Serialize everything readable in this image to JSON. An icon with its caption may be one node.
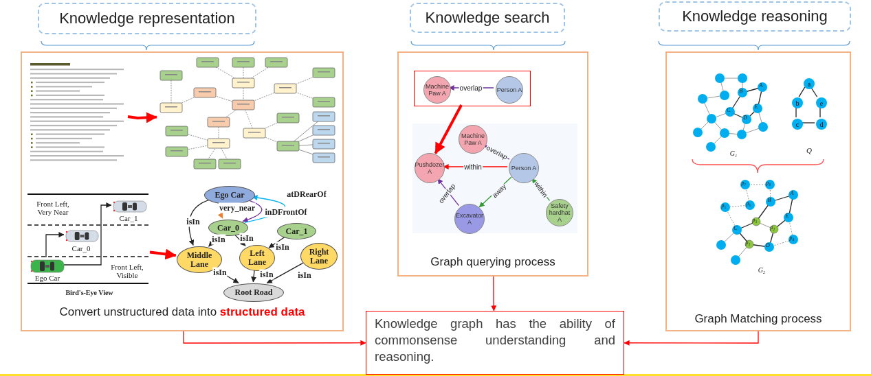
{
  "diagram": {
    "nodes": [
      {
        "text": [
          "Knowledge representation"
        ]
      },
      {
        "text": [
          "Knowledge search"
        ]
      },
      {
        "text": [
          "Knowledge reasoning"
        ]
      },
      {
        "text": [
          "Convert unstructured data into **structured data**"
        ]
      },
      {
        "text": [],
        "shape": "picture",
        "in": 3
      },
      {
        "text": [],
        "shape": "picture",
        "in": 3
      },
      {
        "text": [
          "Bird's-Eye View"
        ],
        "in": 3
      },
      {
        "text": [],
        "shape": "picture",
        "in": 6,
        "beside": [
          "Ego Car"
        ]
      },
      {
        "text": [],
        "shape": "picture",
        "in": 6,
        "beside": [
          "Car_0"
        ]
      },
      {
        "text": [],
        "shape": "picture",
        "in": 6,
        "beside": [
          "Car_1"
        ]
      },
      {
        "text": [
          "Ego Car"
        ],
        "in": 3
      },
      {
        "text": [
          "Car_0"
        ],
        "in": 3
      },
      {
        "text": [
          "Car_1"
        ],
        "in": 3
      },
      {
        "text": [
          "Middle Lane"
        ],
        "in": 3
      },
      {
        "text": [
          "Left Lane"
        ],
        "in": 3
      },
      {
        "text": [
          "Right Lane"
        ],
        "in": 3
      },
      {
        "text": [
          "Root Road"
        ],
        "in": 3
      },
      {
        "text": [
          "Graph querying process"
        ]
      },
      {
        "text": [],
        "shape": "box",
        "in": 17
      },
      {
        "text": [
          "Machine Paw A"
        ],
        "in": 18
      },
      {
        "text": [
          "Person A"
        ],
        "in": 18
      },
      {
        "text": [
          "Machine Paw A"
        ],
        "in": 17
      },
      {
        "text": [
          "Pushdozer A"
        ],
        "in": 17
      },
      {
        "text": [
          "Person A"
        ],
        "in": 17
      },
      {
        "text": [
          "Excavator A"
        ],
        "in": 17
      },
      {
        "text": [
          "Safety hardhat A"
        ],
        "in": 17
      },
      {
        "text": [
          "Graph Matching process"
        ]
      },
      {
        "text": [],
        "shape": "picture",
        "in": 26,
        "beside": [
          "G₁"
        ]
      },
      {
        "text": [
          "Q"
        ],
        "in": 26
      },
      {
        "text": [
          "a"
        ],
        "in": 28
      },
      {
        "text": [
          "b"
        ],
        "in": 28
      },
      {
        "text": [
          "e"
        ],
        "in": 28
      },
      {
        "text": [
          "c"
        ],
        "in": 28
      },
      {
        "text": [
          "d"
        ],
        "in": 28
      },
      {
        "text": [],
        "shape": "picture",
        "in": 26,
        "beside": [
          "G₂"
        ]
      },
      {
        "text": [
          "Knowledge graph has the ability of commonsense understanding and reasoning."
        ]
      }
    ],
    "edges": [
      {
        "from": 4,
        "to": 5,
        "arrow": "to",
        "style": "thick",
        "color": "#ff0000"
      },
      {
        "from": 7,
        "to": 8,
        "arrow": "to"
      },
      {
        "from": 7,
        "to": 9,
        "arrow": "to"
      },
      {
        "from": 6,
        "to": 13,
        "arrow": "to",
        "style": "thick",
        "color": "#ff0000"
      },
      {
        "from": 10,
        "to": 11,
        "arrow": "both",
        "label": "very_near",
        "color": "#ed7d31"
      },
      {
        "from": 10,
        "to": 11,
        "arrow": "to",
        "label": "inDFrontOf",
        "color": "#7030a0"
      },
      {
        "from": 11,
        "to": 10,
        "arrow": "to",
        "label": "atDRearOf",
        "color": "#00b0f0"
      },
      {
        "from": 10,
        "to": 13,
        "arrow": "to",
        "label": "isIn"
      },
      {
        "from": 11,
        "to": 13,
        "arrow": "to",
        "label": "isIn"
      },
      {
        "from": 11,
        "to": 14,
        "arrow": "to",
        "label": "isIn"
      },
      {
        "from": 12,
        "to": 14,
        "arrow": "to",
        "label": "isIn"
      },
      {
        "from": 13,
        "to": 16,
        "arrow": "to",
        "label": "isIn"
      },
      {
        "from": 14,
        "to": 16,
        "arrow": "to",
        "label": "isIn"
      },
      {
        "from": 15,
        "to": 16,
        "arrow": "to",
        "label": "isIn"
      },
      {
        "from": 20,
        "to": 19,
        "arrow": "to",
        "label": "overlap",
        "color": "#7030a0"
      },
      {
        "from": 18,
        "to": 22,
        "arrow": "to",
        "style": "thick",
        "color": "#ff0000"
      },
      {
        "from": 23,
        "to": 21,
        "arrow": "to",
        "label": "overlap",
        "color": "#7030a0"
      },
      {
        "from": 23,
        "to": 22,
        "arrow": "to",
        "label": "within",
        "color": "#ff0000"
      },
      {
        "from": 24,
        "to": 22,
        "arrow": "to",
        "label": "overlap",
        "color": "#7030a0"
      },
      {
        "from": 23,
        "to": 24,
        "arrow": "to",
        "label": "away",
        "color": "#339933"
      },
      {
        "from": 25,
        "to": 23,
        "arrow": "to",
        "label": "within",
        "color": "#339933"
      },
      {
        "from": 29,
        "to": 30,
        "arrow": "none"
      },
      {
        "from": 29,
        "to": 31,
        "arrow": "none"
      },
      {
        "from": 30,
        "to": 32,
        "arrow": "none"
      },
      {
        "from": 31,
        "to": 33,
        "arrow": "none"
      },
      {
        "from": 32,
        "to": 33,
        "arrow": "none"
      },
      {
        "from": 3,
        "to": 35,
        "arrow": "to",
        "color": "#ff0000"
      },
      {
        "from": 17,
        "to": 35,
        "arrow": "to",
        "color": "#ff0000"
      },
      {
        "from": 26,
        "to": 35,
        "arrow": "to",
        "color": "#ff0000"
      }
    ],
    "labels": [
      "Front Left, Very Near",
      "Front Left, Visible",
      "A",
      "B",
      "E",
      "C",
      "D",
      "p₇",
      "p₈",
      "A",
      "B",
      "p₆",
      "p₅",
      "E",
      "p₃",
      "C",
      "p₂",
      "p₄",
      "p₁",
      "D"
    ]
  }
}
